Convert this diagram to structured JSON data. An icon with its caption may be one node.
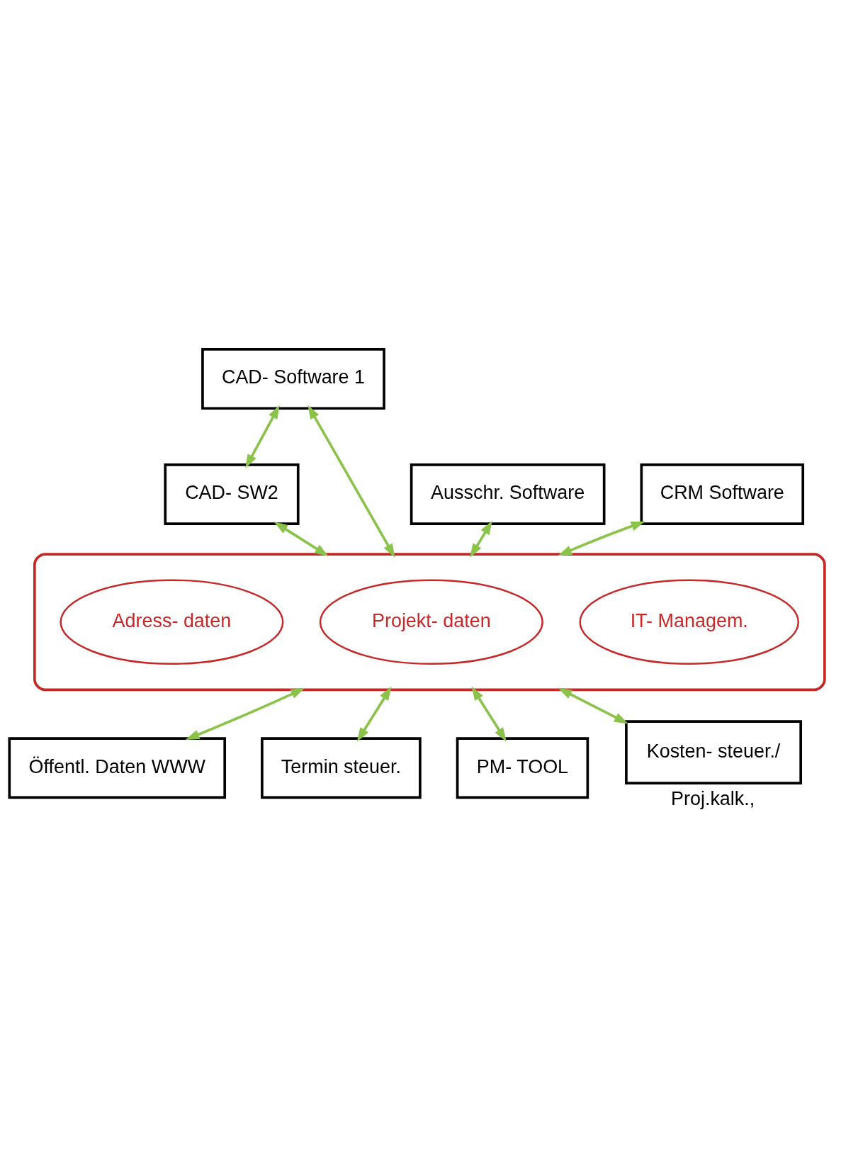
{
  "diagram": {
    "nodes": [
      {
        "text": [
          "CAD- Software 1"
        ]
      },
      {
        "text": [
          "Ausschr. Software"
        ]
      },
      {
        "text": [
          "CAD- SW2"
        ]
      },
      {
        "text": [],
        "shape": "cloud"
      },
      {
        "text": [
          "IT- Managem."
        ],
        "in": 3
      },
      {
        "text": [
          "Projekt- daten"
        ],
        "in": 3
      },
      {
        "text": [
          "Adress- daten"
        ],
        "in": 3
      },
      {
        "text": [
          "CRM Software"
        ]
      },
      {
        "text": [
          "Öffentl. Daten WWW"
        ]
      },
      {
        "text": [
          "Termin steuer."
        ]
      },
      {
        "text": [
          "PM- TOOL"
        ]
      },
      {
        "text": [
          "Kosten- steuer./"
        ],
        "beside": [
          "Proj.kalk.,"
        ]
      }
    ],
    "edges": [
      {
        "from": 0,
        "to": 2,
        "arrow": "both"
      },
      {
        "from": 0,
        "to": 3,
        "arrow": "both"
      },
      {
        "from": 1,
        "to": 3,
        "arrow": "both"
      },
      {
        "from": 2,
        "to": 3,
        "arrow": "both"
      },
      {
        "from": 7,
        "to": 3,
        "arrow": "both"
      },
      {
        "from": 3,
        "to": 9,
        "arrow": "both"
      },
      {
        "from": 3,
        "to": 10,
        "arrow": "both"
      },
      {
        "from": 3,
        "to": 11,
        "arrow": "both"
      },
      {
        "from": 3,
        "to": 8,
        "arrow": "both"
      }
    ]
  }
}
